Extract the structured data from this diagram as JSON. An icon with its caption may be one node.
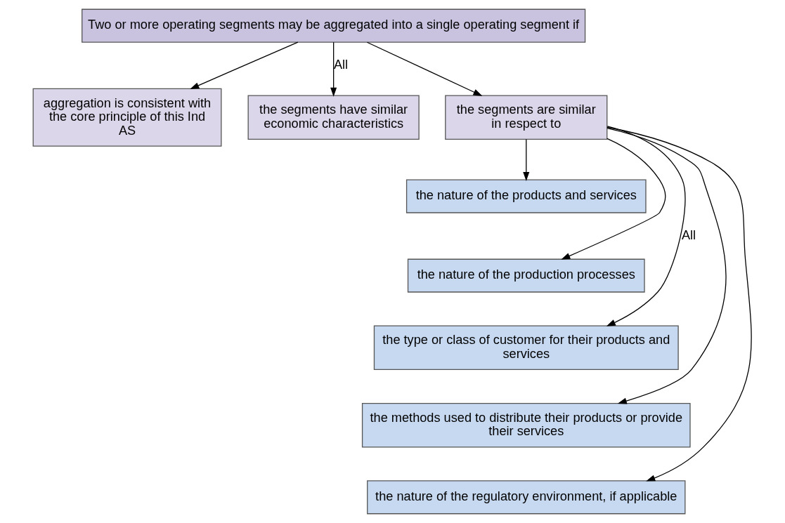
{
  "diagram": {
    "nodes": [
      {
        "text": [
          "Two or more operating segments may be aggregated into a single operating segment if"
        ]
      },
      {
        "text": [
          "aggregation is consistent with the core principle of this Ind AS"
        ]
      },
      {
        "text": [
          "the segments have similar economic characteristics"
        ]
      },
      {
        "text": [
          "the segments are similar in respect to"
        ]
      },
      {
        "text": [
          "the nature of the products and services"
        ]
      },
      {
        "text": [
          "the nature of the production processes"
        ]
      },
      {
        "text": [
          "the type or class of customer for their products and services"
        ]
      },
      {
        "text": [
          "the methods used to distribute their products or provide their services"
        ]
      },
      {
        "text": [
          "the nature of the regulatory environment, if applicable"
        ]
      }
    ],
    "edges": [
      {
        "from": 0,
        "to": 1,
        "arrow": "to"
      },
      {
        "from": 0,
        "to": 2,
        "arrow": "to",
        "label": "All"
      },
      {
        "from": 0,
        "to": 3,
        "arrow": "to"
      },
      {
        "from": 3,
        "to": 4,
        "arrow": "to"
      },
      {
        "from": 3,
        "to": 5,
        "arrow": "to"
      },
      {
        "from": 3,
        "to": 6,
        "arrow": "to",
        "label": "All"
      },
      {
        "from": 3,
        "to": 7,
        "arrow": "to"
      },
      {
        "from": 3,
        "to": 8,
        "arrow": "to"
      }
    ]
  }
}
